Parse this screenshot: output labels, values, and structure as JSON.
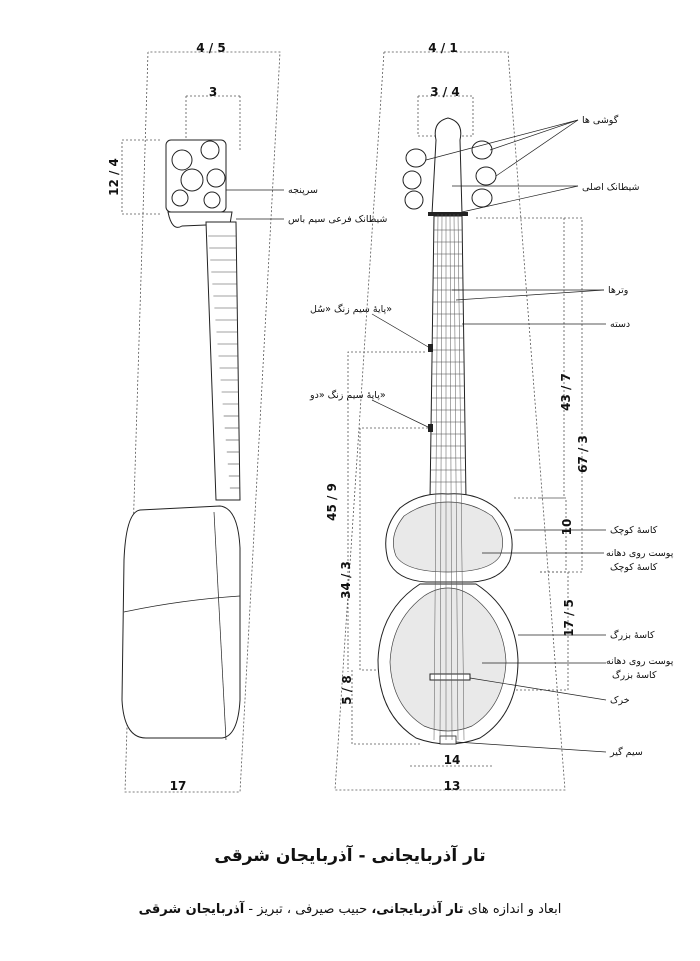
{
  "dimensions": {
    "left_top_width": "4 / 5",
    "left_head_width": "3",
    "left_head_height": "12 / 4",
    "left_bottom": "17",
    "right_top_width": "4 / 1",
    "right_head_width": "3 / 4",
    "right_neck_length": "43 / 7",
    "right_total_length": "67 / 3",
    "right_to_small_bowl": "45 / 9",
    "right_to_large_bowl": "34 / 3",
    "right_small_bowl_height": "10",
    "right_large_bowl_height": "17 / 5",
    "right_bridge_height": "5 / 8",
    "right_bottom_inner": "14",
    "right_bottom_outer": "13"
  },
  "labels": {
    "pegs": "گوشی ها",
    "main_nut": "شیطانک اصلی",
    "strings": "وترها",
    "neck": "دسته",
    "small_bowl": "کاسهٔ کوچک",
    "small_skin_line1": "پوست روی دهانه",
    "small_skin_line2": "کاسهٔ کوچک",
    "large_bowl": "کاسهٔ بزرگ",
    "large_skin_line1": "پوست روی دهانه",
    "large_skin_line2": "کاسهٔ بزرگ",
    "bridge": "خرک",
    "tailpiece": "سیم گیر",
    "pegbox": "سرپنجه",
    "bass_nut": "شیطانک فرعی سیم باس",
    "drone_sol": "پایهٔ سیم زنگ «سُل»",
    "drone_do": "پایهٔ سیم زنگ «دو»"
  },
  "caption": "تار آذربایجانی - آذربایجان شرقی",
  "credit": {
    "prefix": "ابعاد و اندازه های",
    "bold1": "تار آذربایجانی،",
    "middle": "حبیب صیرفی ، تبریز -",
    "bold2": "آذربایجان شرقی"
  }
}
